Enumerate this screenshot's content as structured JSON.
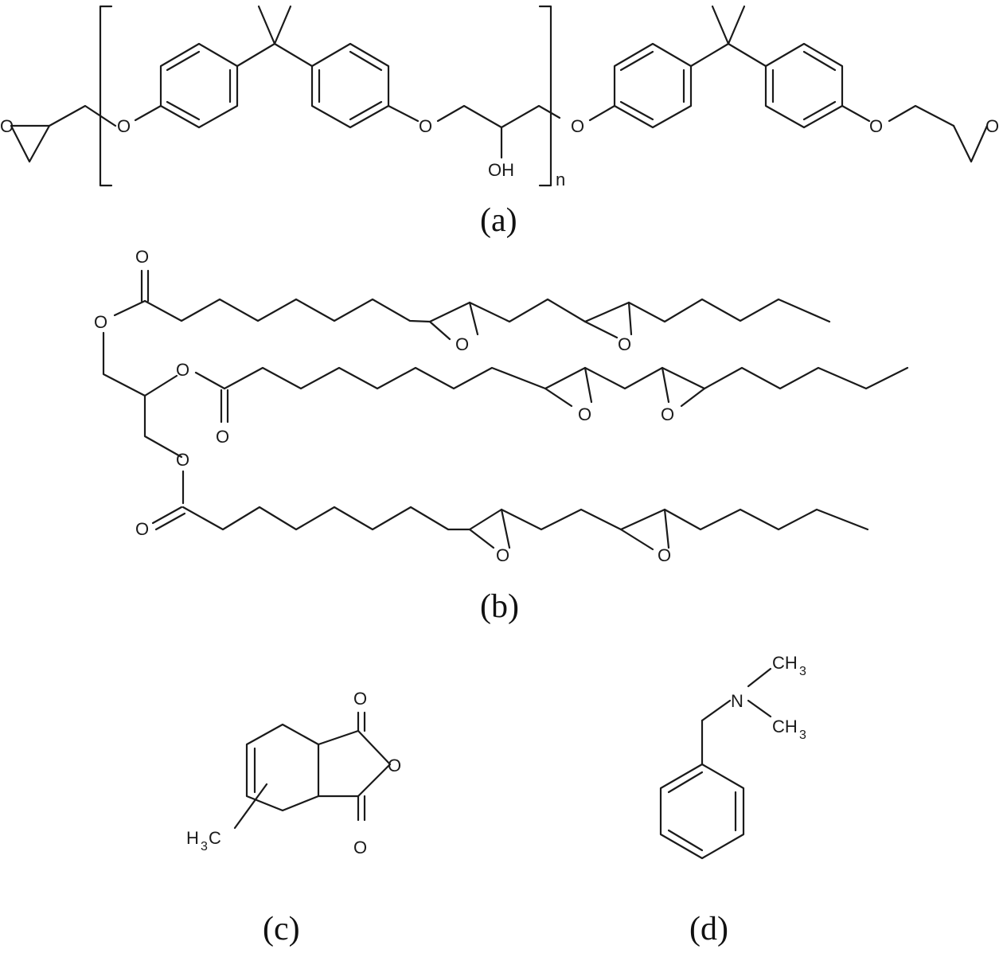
{
  "panels": [
    {
      "id": "a",
      "caption": "(a)",
      "atoms": {
        "O": "O",
        "OH": "OH",
        "repeat": "n"
      }
    },
    {
      "id": "b",
      "caption": "(b)",
      "atoms": {
        "O": "O"
      }
    },
    {
      "id": "c",
      "caption": "(c)",
      "atoms": {
        "O": "O",
        "H": "H",
        "three": "3",
        "C": "C"
      }
    },
    {
      "id": "d",
      "caption": "(d)",
      "atoms": {
        "N": "N",
        "CH": "CH",
        "three": "3"
      }
    }
  ]
}
